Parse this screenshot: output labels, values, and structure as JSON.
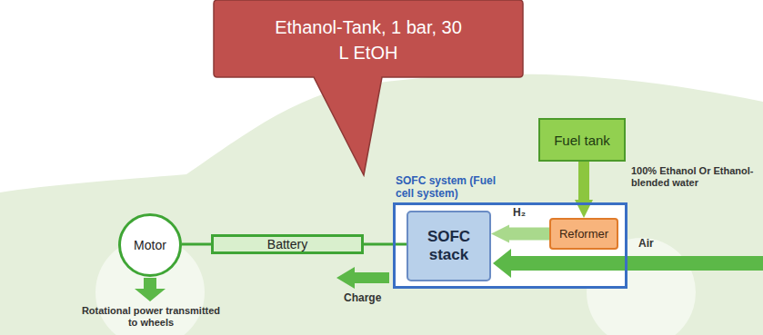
{
  "diagram": {
    "nodes": [
      {
        "text": [
          "Ethanol-Tank, 1 bar, 30 L EtOH"
        ]
      },
      {
        "text": [
          "Fuel tank"
        ]
      },
      {
        "text": [
          "SOFC system (Fuel cell system)"
        ]
      },
      {
        "text": [
          "SOFC stack"
        ],
        "in": 2
      },
      {
        "text": [
          "Reformer"
        ],
        "in": 2
      },
      {
        "text": [
          "Motor"
        ]
      },
      {
        "text": [
          "Battery"
        ]
      }
    ],
    "edges": [
      {
        "from": 1,
        "to": 4,
        "arrow": "to",
        "label": "100% Ethanol Or Ethanol-blended water"
      },
      {
        "from": 4,
        "to": 3,
        "arrow": "to",
        "label": "H₂"
      },
      {
        "from": 3,
        "to": 6,
        "arrow": "none"
      },
      {
        "from": 6,
        "to": 5,
        "arrow": "none"
      }
    ],
    "labels": [
      "Air",
      "Charge",
      "Rotational power transmitted to wheels"
    ]
  }
}
